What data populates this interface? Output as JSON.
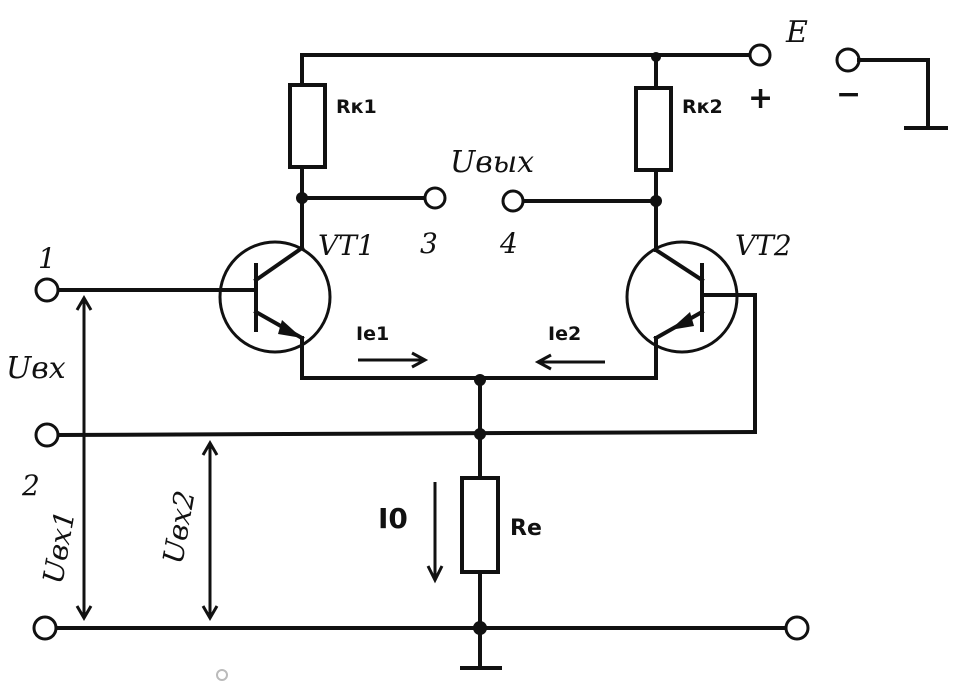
{
  "labels": {
    "rk1": "Rк1",
    "rk2": "Rк2",
    "re": "Re",
    "ie1": "Ie1",
    "ie2": "Ie2",
    "i0": "I0",
    "vt1": "VT1",
    "vt2": "VT2",
    "u_out": "Uвых",
    "u_in": "Uвх",
    "u_in1": "Uвх1",
    "u_in2": "Uвх2",
    "e": "E",
    "plus": "+",
    "minus": "−",
    "t1": "1",
    "t2": "2",
    "t3": "3",
    "t4": "4"
  }
}
